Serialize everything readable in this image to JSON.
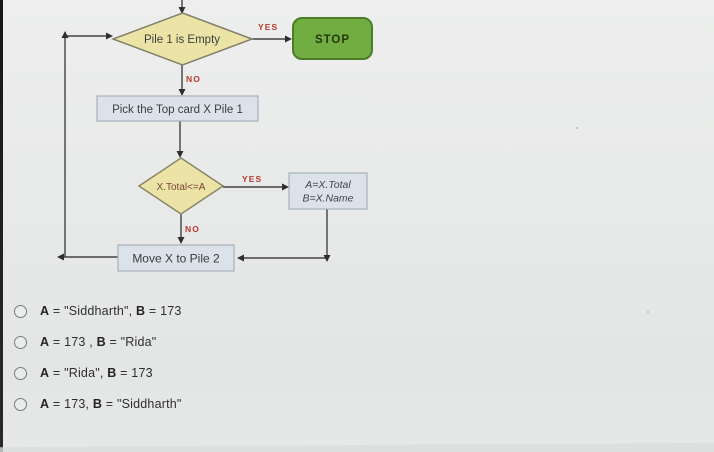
{
  "colors": {
    "stop_fill": "#72ad41",
    "stop_border": "#4d7d27",
    "diamond_fill": "#ebe4a6",
    "diamond_border": "#85816a",
    "box_fill": "#dce2e9",
    "box_border": "#a6b0bb",
    "line": "#3f3f3f",
    "label_red": "#b8392e",
    "decision2_text": "#7c453a"
  },
  "flowchart": {
    "decision1": "Pile 1 is Empty",
    "stop": "STOP",
    "branch_yes": "YES",
    "branch_no": "NO",
    "process1": "Pick the Top card X Pile 1",
    "decision2": "X.Total<=A",
    "assign_line1": "A=X.Total",
    "assign_line2": "B=X.Name",
    "process2": "Move X to Pile 2"
  },
  "options": [
    {
      "a": "A",
      "a_rest": " = \"Siddharth\", ",
      "b": "B",
      "b_rest": " = 173"
    },
    {
      "a": "A",
      "a_rest": " = 173 , ",
      "b": "B",
      "b_rest": " = \"Rida\""
    },
    {
      "a": "A",
      "a_rest": " = \"Rida\", ",
      "b": "B",
      "b_rest": " = 173"
    },
    {
      "a": "A",
      "a_rest": " = 173, ",
      "b": "B",
      "b_rest": " = \"Siddharth\""
    }
  ]
}
